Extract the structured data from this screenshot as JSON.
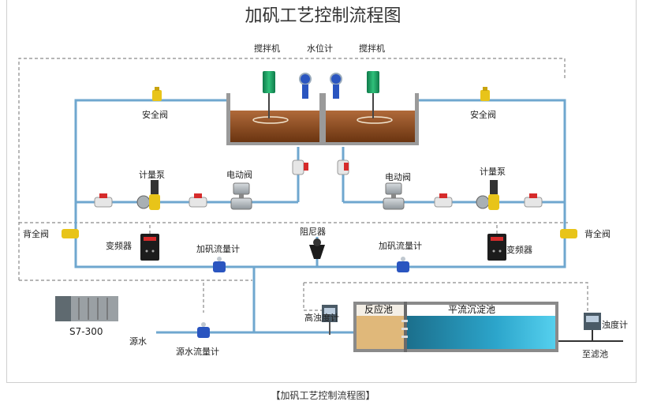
{
  "title": "加矾工艺控制流程图",
  "caption": "【加矾工艺控制流程图】",
  "labels": {
    "mixer_left": "搅拌机",
    "level_meter": "水位计",
    "mixer_right": "搅拌机",
    "safety_valve_left": "安全阀",
    "safety_valve_right": "安全阀",
    "metering_pump_left": "计量泵",
    "electric_valve_left": "电动阀",
    "electric_valve_right": "电动阀",
    "metering_pump_right": "计量泵",
    "back_pressure_valve_left": "背全阀",
    "back_pressure_valve_right": "背全阀",
    "vfd_left": "变频器",
    "vfd_right": "变频器",
    "flowmeter_left": "加矾流量计",
    "flowmeter_right": "加矾流量计",
    "damper": "阻尼器",
    "plc": "S7-300",
    "source_water": "源水",
    "source_flowmeter": "源水流量计",
    "high_turbidity_meter": "高浊度计",
    "reaction_tank": "反应池",
    "sedimentation_tank": "平流沉淀池",
    "turbidity_meter": "浊度计",
    "to_filter": "至滤池"
  },
  "colors": {
    "pipe": "#6fa7cf",
    "dashed": "#8a8a8a",
    "tank_liquid": "#8a4a22",
    "valve_red": "#d62b2b",
    "pump_yellow": "#e8c419",
    "sediment_water": "#2aa6c8",
    "reaction_water": "#e0b87a"
  }
}
